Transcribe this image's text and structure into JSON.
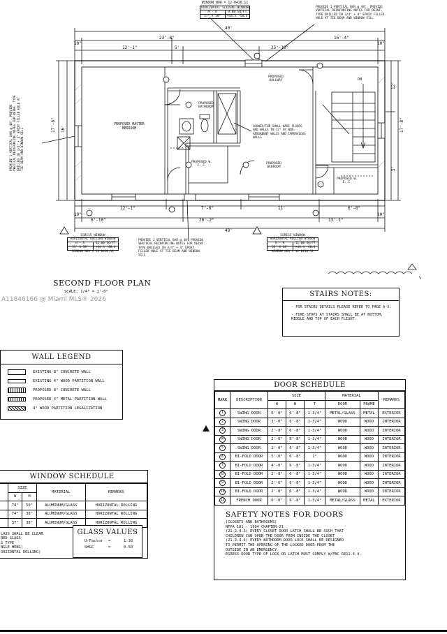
{
  "watermark": "A11846166 @ Miami MLS® 2026",
  "plan": {
    "title": "SECOND FLOOR PLAN",
    "scale": "SCALE: 1/4\" = 1'-0\"",
    "top_window_tag": {
      "noa": "WINDOW NOA = 12-0416.11",
      "type": "HORIZONTAL SLIDING WINDOW",
      "r1a": "H - R",
      "r1b": "9.00 SQ/FT",
      "r2a": "37\" X 38\"",
      "r2b": "+44.5 -50.4"
    },
    "top_note": "PROVIDE 1 VERTICAL BAR @ 48\", PROVIDE VERTICAL REINFORCING NOTES FOR REINF. TYPE DRILLED IN 3/4\" + 4\" EPOXY FILLED HOLE AT TIE BEAM AND WINDOW SILL",
    "left_note": "PROVIDE 1 VERTICAL BAR @ 48\". PROVIDE VERTICAL REINFORCING NOTES FOR REINF. TYPE DRILLED IN 3/4\" + 4\" EPOXY FILLED HOLE AT TIE BEAM AND WINDOW SILL",
    "rooms": [
      "PROPOSED MASTER BEDROOM",
      "PROPOSED BATHROOM",
      "PROPOSED HALLWAY",
      "PROPOSED W. I. C.",
      "PROPOSED BEDROOM",
      "PROPOSED W. I. C."
    ],
    "shower_note": "SHOWER/TUB SHALL HAVE FLOORS AND WALLS TO 72\" OF NON-ABSORBENT WALLS AND IMPERVIOUS WALLS",
    "stair_label": "DN",
    "dims_top": [
      "40'",
      "23'-8\"",
      "16'-4\"",
      "12'-1\"",
      "5'",
      "25'-10\"",
      "10\"",
      "10\""
    ],
    "dims_bottom": [
      "12'-1\"",
      "7'-6\"",
      "11'",
      "6'-8\"",
      "20'-2\"",
      "13'-1\"",
      "6'-10\"",
      "40'",
      "10\"",
      "10\""
    ],
    "dims_side": [
      "17'-8\"",
      "16'",
      "17'-8\"",
      "12'",
      "5'"
    ],
    "egress_left": {
      "label": "EGRESS WINDOW",
      "type": "HORIZONTAL ROLLING WINDOW",
      "r1a": "H - R",
      "r1b": "12.00 SQ/FT",
      "r2a": "53\" X 38\"",
      "r2b": "+44.4 -48.4",
      "noa": "WINDOW NOA = 12-0416.11"
    },
    "egress_right": {
      "label": "EGRESS WINDOW",
      "type": "HORIZONTAL ROLLING WINDOW",
      "r1a": "H - R",
      "r1b": "12.00 SQ/FT",
      "r2a": "53\" X 38\"",
      "r2b": "+44.4 -48.4",
      "noa": "WINDOW NOA = 12-0416.11"
    },
    "bottom_note": "PROVIDE 1 VERTICAL BAR @ 48\" PROVIDE VERTICAL REINFORCING NOTES FOR REINF. TYPE DRILLED IN 3/4\" + 4\" EPOXY FILLED HOLE AT TIE BEAM AND WINDOW SILL"
  },
  "stairs_notes": {
    "title": "STAIRS NOTES:",
    "items": [
      "-   FOR STAIRS DETAILS PLEASE REFER TO PAGE A-5.",
      "-   FIRE STOPS AT STAIRS SHALL BE AT BOTTOM, MIDDLE AND TOP OF EACH FLIGHT."
    ]
  },
  "wall_legend": {
    "title": "WALL LEGEND",
    "items": [
      "EXISTING 8\" CONCRETE WALL",
      "EXISTING 4\" WOOD PARTITION WALL",
      "PROPOSED 8\" CONCRETE WALL",
      "PROPOSED 4\" METAL PARTITION WALL",
      "4\" WOOD PARTITION LEGALIZATION"
    ]
  },
  "door_schedule": {
    "title": "DOOR SCHEDULE",
    "headers": {
      "mark": "MARK",
      "desc": "DESCRIPTION",
      "size": "SIZE",
      "w": "W",
      "h": "H",
      "t": "T",
      "material": "MATERIAL",
      "door": "DOOR",
      "frame": "FRAME",
      "remarks": "REMARKS"
    },
    "rows": [
      [
        "1",
        "SWING DOOR",
        "6'-0\"",
        "6'-8\"",
        "1-3/4\"",
        "METAL/GLASS",
        "METAL",
        "EXTERIOR"
      ],
      [
        "2",
        "SWING DOOR",
        "3'-0\"",
        "6'-8\"",
        "1-3/4\"",
        "WOOD",
        "WOOD",
        "INTERIOR"
      ],
      [
        "3",
        "SWING DOOR",
        "2'-8\"",
        "6'-8\"",
        "1-3/4\"",
        "WOOD",
        "WOOD",
        "INTERIOR"
      ],
      [
        "4",
        "SWING DOOR",
        "2'-6\"",
        "6'-8\"",
        "1-3/4\"",
        "WOOD",
        "WOOD",
        "INTERIOR"
      ],
      [
        "5",
        "SWING DOOR",
        "2'-0\"",
        "6'-8\"",
        "1-3/4\"",
        "WOOD",
        "WOOD",
        "INTERIOR"
      ],
      [
        "6",
        "BI-FOLD DOOR",
        "5'-0\"",
        "6'-8\"",
        "1\"",
        "WOOD",
        "WOOD",
        "INTERIOR"
      ],
      [
        "7",
        "BI-FOLD DOOR",
        "4'-0\"",
        "6'-8\"",
        "1-3/4\"",
        "WOOD",
        "WOOD",
        "INTERIOR"
      ],
      [
        "8",
        "BI-FOLD DOOR",
        "2'-8\"",
        "6'-8\"",
        "1-3/4\"",
        "WOOD",
        "WOOD",
        "INTERIOR"
      ],
      [
        "9",
        "BI-FOLD DOOR",
        "2'-6\"",
        "6'-8\"",
        "1-3/4\"",
        "WOOD",
        "WOOD",
        "INTERIOR"
      ],
      [
        "10",
        "BI-FOLD DOOR",
        "2'-0\"",
        "6'-8\"",
        "1-3/4\"",
        "WOOD",
        "WOOD",
        "INTERIOR"
      ],
      [
        "11",
        "FRENCH DOOR",
        "6'-0\"",
        "6'-8\"",
        "1-3/4\"",
        "METAL/GLASS",
        "METAL",
        "EXTERIOR"
      ]
    ]
  },
  "safety_notes": {
    "title": "SAFETY NOTES FOR DOORS",
    "lines": [
      "(CLOSETS AND BATHROOMS)",
      "NFPA 101 - 1994 CHAPTER-21",
      "(21-2.4.3) EVERY CLOSET DOOR LATCH SHALL BE SUCH THAT",
      "CHILDREN CAN OPEN THE DOOR FROM INSIDE THE CLOSET",
      "(21-2.4.4) EVERY BATHROOM DOOR LOCK SHALL BE DESIGNED",
      "TO PERMIT THE OPENING OF THE LOCKED DOOR FROM THE",
      "OUTSIDE IN AN EMERGENCY.",
      "EGRESS DOOR TYPE OF LOCK OR LATCH MUST COMPLY W/FBC R311.4.4."
    ]
  },
  "window_schedule": {
    "title": "WINDOW SCHEDULE",
    "headers": {
      "size": "SIZE",
      "w": "W",
      "h": "H",
      "material": "MATERIAL",
      "remarks": "REMARKS"
    },
    "rows": [
      [
        "74\"",
        "50\"",
        "ALUMINUM/GLASS",
        "HORIZONTAL ROLLING"
      ],
      [
        "74\"",
        "38\"",
        "ALUMINUM/GLASS",
        "HORIZONTAL ROLLING"
      ],
      [
        "37\"",
        "38\"",
        "ALUMINUM/GLASS",
        "HORIZONTAL ROLLING"
      ]
    ],
    "notes": [
      "LASS SHALL BE CLEAR",
      "RED GLASS",
      "S TYPE",
      "NGLE HUNG)",
      "ORIZONTAL ROLLING)"
    ]
  },
  "glass_values": {
    "title": "GLASS VALUES",
    "rows": [
      [
        "U-Factor",
        "=",
        "1.30"
      ],
      [
        "SHGC",
        "=",
        "0.50"
      ]
    ]
  }
}
